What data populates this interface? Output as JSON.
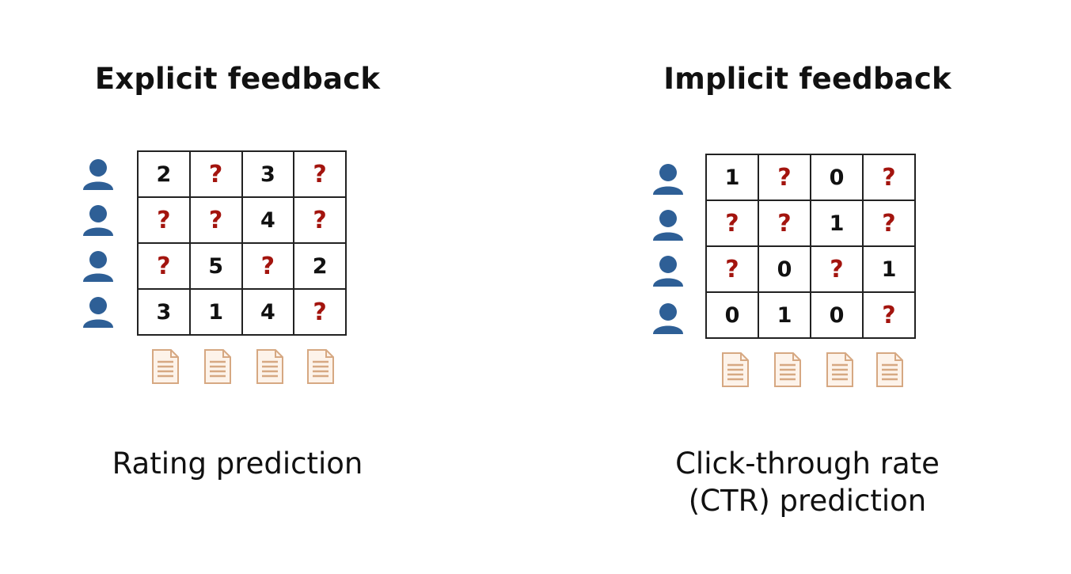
{
  "panels": [
    {
      "title": "Explicit feedback",
      "task": [
        "Rating prediction"
      ],
      "matrix": [
        [
          "2",
          "?",
          "3",
          "?"
        ],
        [
          "?",
          "?",
          "4",
          "?"
        ],
        [
          "?",
          "5",
          "?",
          "2"
        ],
        [
          "3",
          "1",
          "4",
          "?"
        ]
      ],
      "row_icon": "user-icon",
      "column_icon": "document-icon"
    },
    {
      "title": "Implicit feedback",
      "task": [
        "Click-through rate",
        "(CTR) prediction"
      ],
      "matrix": [
        [
          "1",
          "?",
          "0",
          "?"
        ],
        [
          "?",
          "?",
          "1",
          "?"
        ],
        [
          "?",
          "0",
          "?",
          "1"
        ],
        [
          "0",
          "1",
          "0",
          "?"
        ]
      ],
      "row_icon": "user-icon",
      "column_icon": "document-icon"
    }
  ],
  "colors": {
    "unknown": "#a3140e",
    "user_icon": "#2e5f96",
    "document_icon": "#d6a882"
  }
}
